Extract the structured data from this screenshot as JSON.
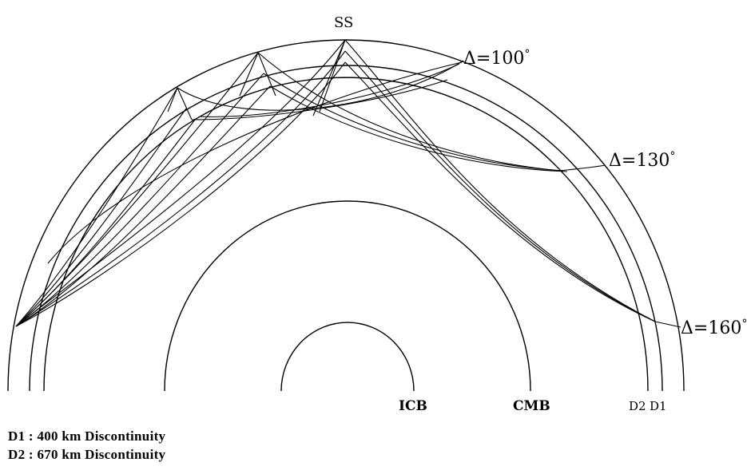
{
  "source_label": "SS",
  "distances": [
    {
      "label": "Δ=100",
      "degree_symbol": "°"
    },
    {
      "label": "Δ=130",
      "degree_symbol": "°"
    },
    {
      "label": "Δ=160",
      "degree_symbol": "°"
    }
  ],
  "boundary_labels": {
    "icb": "ICB",
    "cmb": "CMB",
    "d2": "D2",
    "d1": "D1"
  },
  "legend": {
    "d1": "D1 : 400 km Discontinuity",
    "d2": "D2 : 670 km Discontinuity"
  }
}
